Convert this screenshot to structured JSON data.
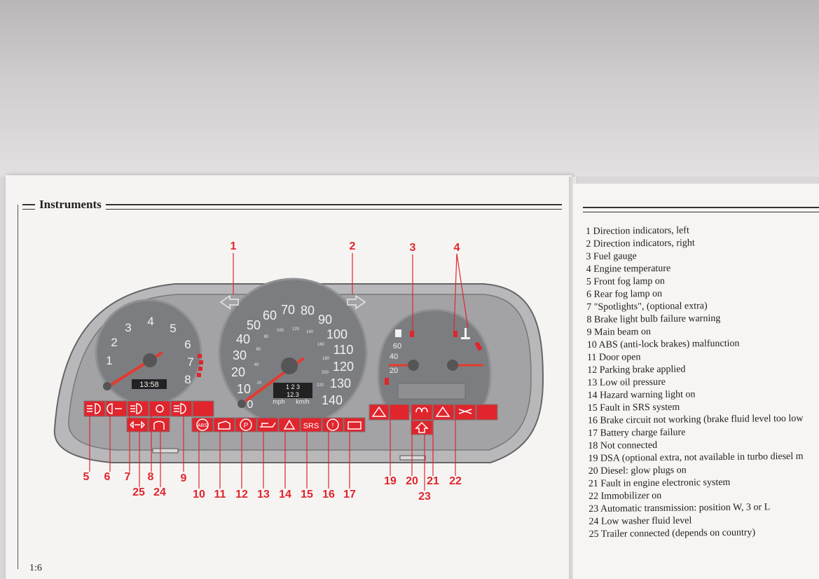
{
  "heading": "Instruments",
  "page_number": "1:6",
  "legend": [
    "1 Direction indicators, left",
    "2 Direction indicators, right",
    "3 Fuel gauge",
    "4 Engine temperature",
    "5 Front fog lamp on",
    "6 Rear fog lamp on",
    "7 \"Spotlights\", (optional extra)",
    "8 Brake light bulb failure warning",
    "9 Main beam on",
    "10 ABS (anti-lock brakes) malfunction",
    "11 Door open",
    "12 Parking brake applied",
    "13 Low oil pressure",
    "14 Hazard warning light on",
    "15 Fault in SRS system",
    "16 Brake circuit not working (brake fluid level too low",
    "17 Battery charge failure",
    "18 Not connected",
    "19 DSA (optional extra, not available in turbo diesel m",
    "20 Diesel: glow plugs on",
    "21 Fault in engine electronic system",
    "22 Immobilizer on",
    "23 Automatic transmission: position W, 3 or L",
    "24 Low washer fluid level",
    "25 Trailer connected (depends on country)"
  ],
  "callouts": {
    "top": [
      "1",
      "2",
      "3",
      "4"
    ],
    "bottom_row1": [
      "5",
      "6",
      "7",
      "8",
      "9",
      "19",
      "20",
      "21",
      "22"
    ],
    "bottom_row2": [
      "25",
      "24",
      "10",
      "11",
      "12",
      "13",
      "14",
      "15",
      "16",
      "17",
      "23"
    ]
  },
  "gauges": {
    "tach_labels": [
      "1",
      "2",
      "3",
      "4",
      "5",
      "6",
      "7",
      "8"
    ],
    "clock": "13:58",
    "speedo_mph": [
      "10",
      "20",
      "30",
      "40",
      "50",
      "60",
      "70",
      "80",
      "90",
      "100",
      "110",
      "120",
      "130",
      "140"
    ],
    "speedo_kmh": [
      "20",
      "40",
      "60",
      "80",
      "100",
      "120",
      "140",
      "160",
      "180",
      "200",
      "220"
    ],
    "odometer": [
      "1 2 3",
      "12.3"
    ],
    "unit_mph": "mph",
    "unit_kmh": "km/h",
    "speedo_zero": "0",
    "temp_labels": [
      "60",
      "40",
      "20"
    ]
  },
  "warning_symbols": {
    "abs": "ABS",
    "srs": "SRS",
    "parking": "P",
    "brake": "!"
  },
  "colors": {
    "warning_red": "#e0252d",
    "dash_gray": "#a6a6a8",
    "needle": "#e53a2e"
  }
}
